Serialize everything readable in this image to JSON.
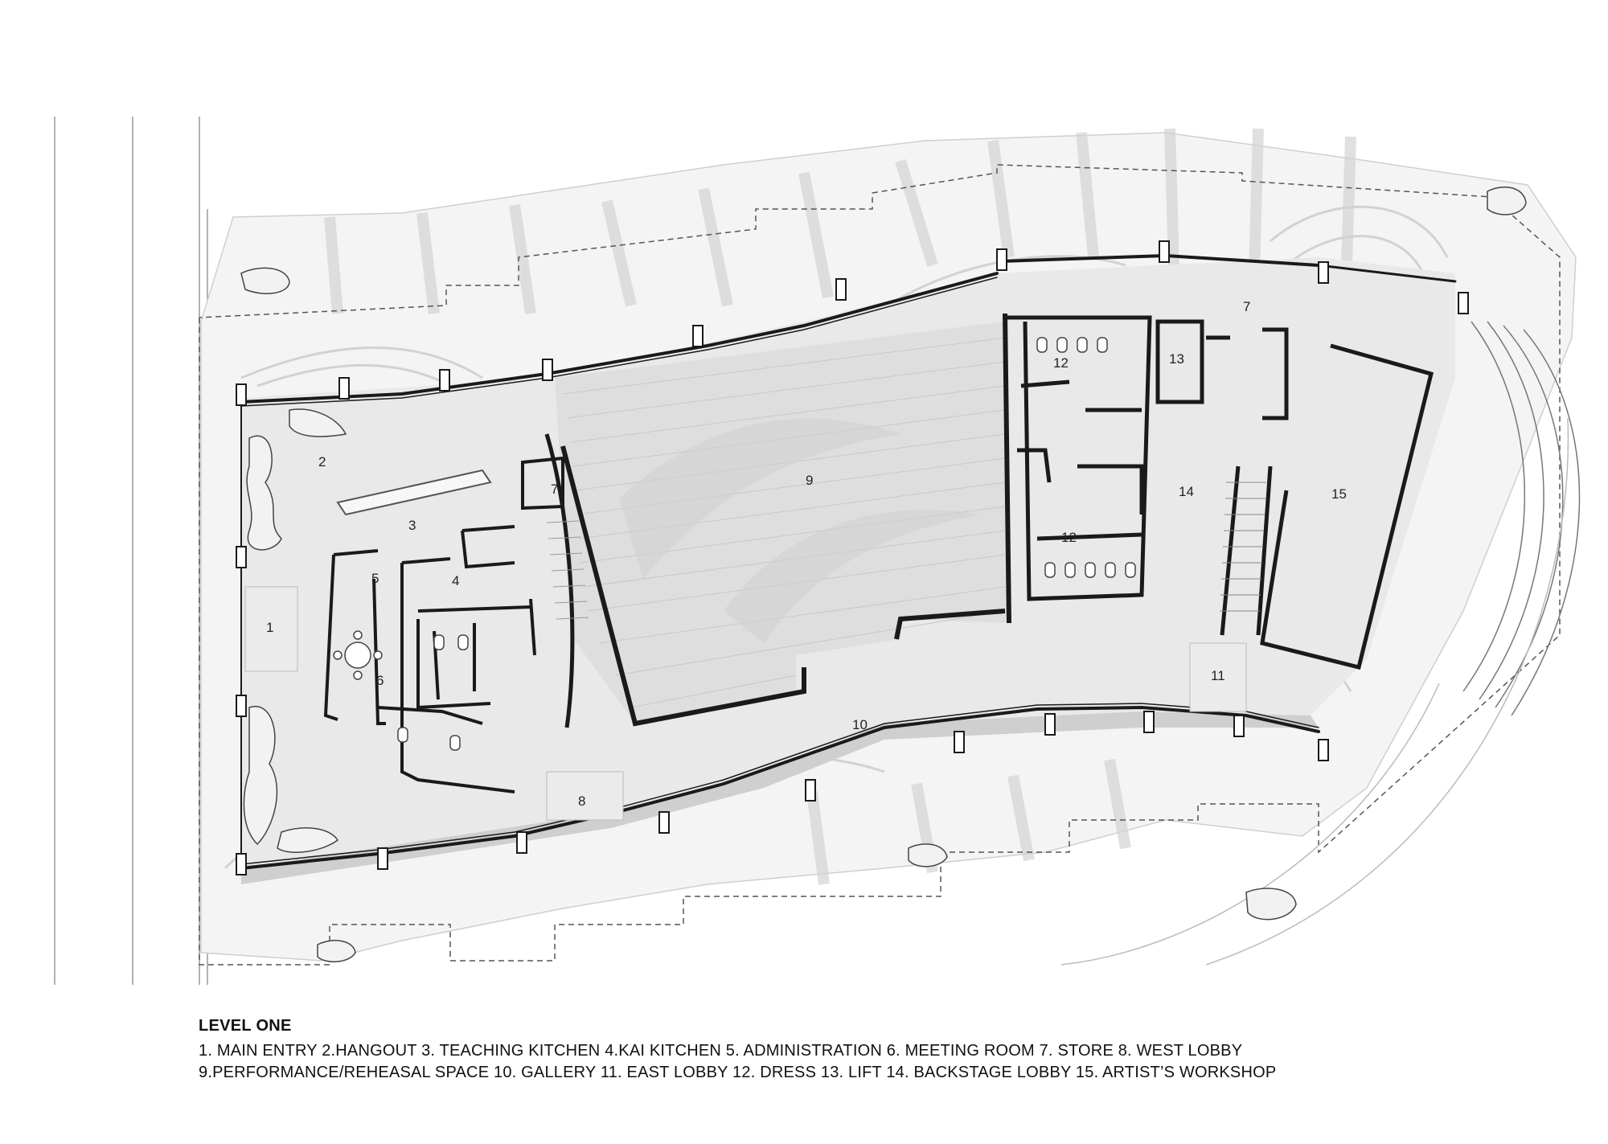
{
  "legend": {
    "title": "LEVEL ONE",
    "line1": "1. MAIN ENTRY  2.HANGOUT 3. TEACHING KITCHEN 4.KAI KITCHEN 5. ADMINISTRATION 6. MEETING ROOM 7. STORE 8. WEST LOBBY",
    "line2": "9.PERFORMANCE/REHEASAL SPACE 10. GALLERY 11. EAST LOBBY 12. DRESS 13. LIFT 14. BACKSTAGE LOBBY 15. ARTIST’S WORKSHOP"
  },
  "rooms": {
    "main_entry": "1",
    "hangout": "2",
    "teaching_kitchen": "3",
    "kai_kitchen": "4",
    "administration": "5",
    "meeting_room": "6",
    "store_west": "7",
    "store_east": "7",
    "west_lobby": "8",
    "performance_space": "9",
    "gallery": "10",
    "east_lobby": "11",
    "dress_north": "12",
    "dress_south": "12",
    "lift": "13",
    "backstage_lobby": "14",
    "artists_workshop": "15"
  },
  "colors": {
    "wall": "#1a1a1a",
    "floor_light": "#efefef",
    "floor_mid": "#e2e2e2",
    "shadow": "#cfcfcf",
    "pattern": "#d6d6d6"
  }
}
